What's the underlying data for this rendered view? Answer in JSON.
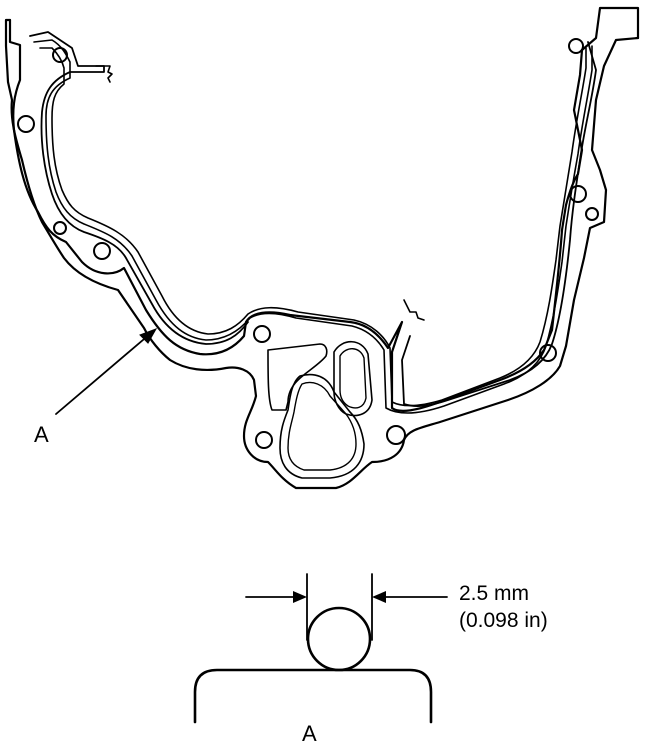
{
  "labels": {
    "callout_top": "A",
    "section_bottom": "A"
  },
  "dimension": {
    "metric": "2.5 mm",
    "imperial": "(0.098 in)"
  }
}
